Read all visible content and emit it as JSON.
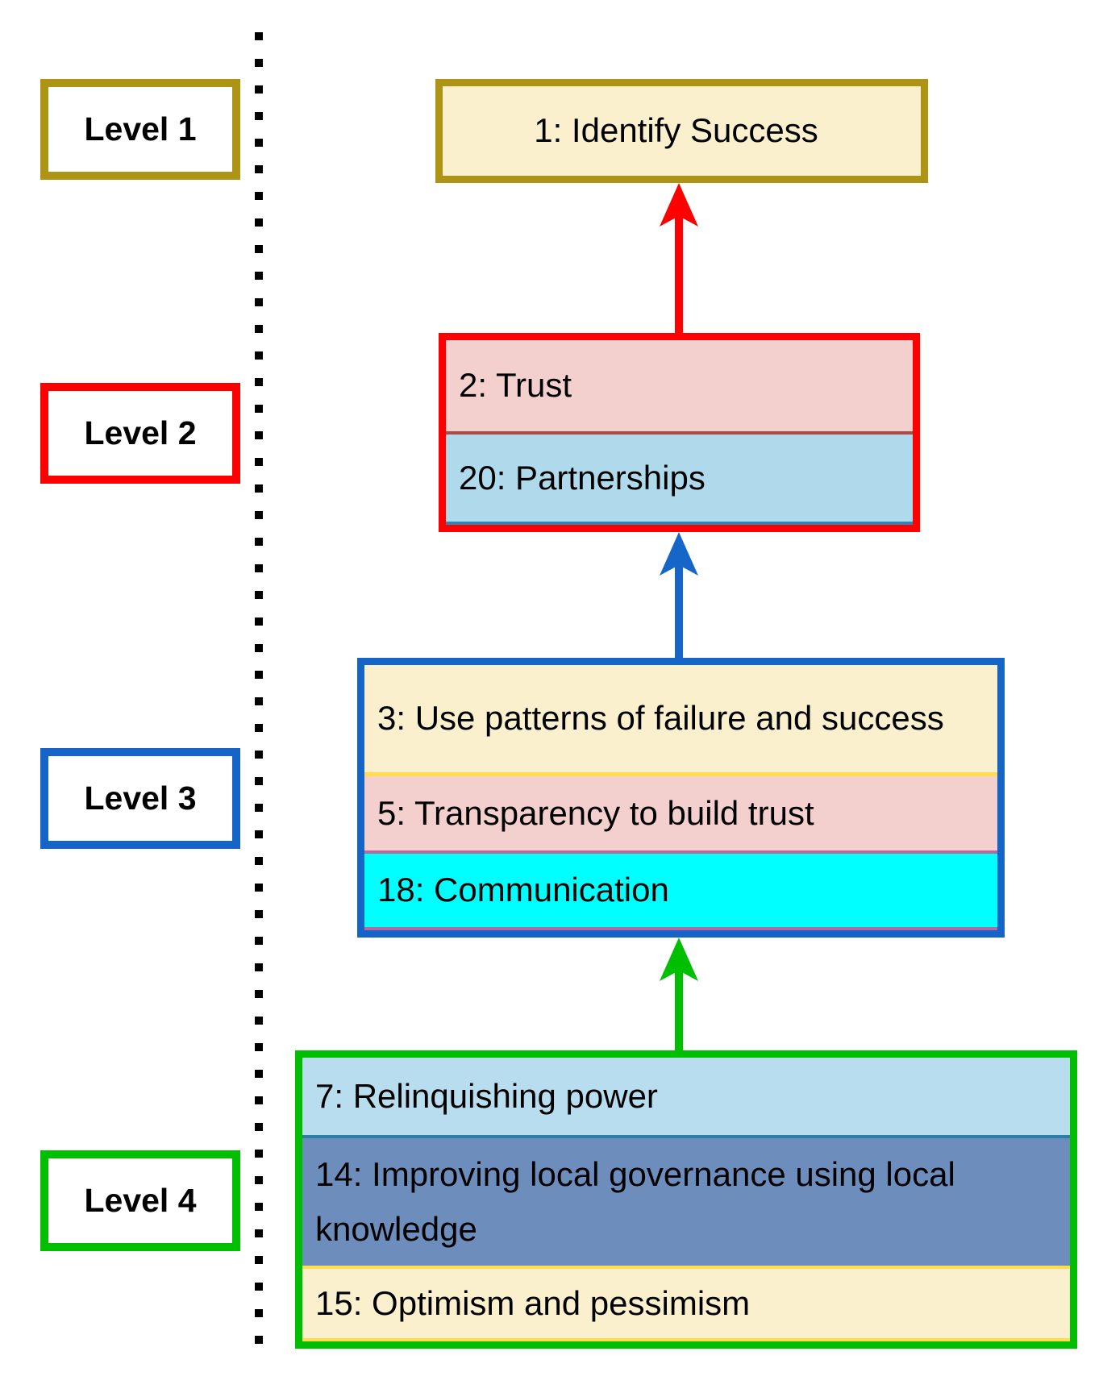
{
  "diagram": {
    "description": "Four-level hierarchy diagram with upward arrows between levels",
    "separator": {
      "style": "dotted-vertical-line",
      "color": "#000000"
    },
    "levels": [
      {
        "label": "Level 1",
        "accent_color": "#AE9414",
        "items": [
          {
            "text": "1: Identify Success",
            "fill": "#FBF0CD"
          }
        ]
      },
      {
        "label": "Level 2",
        "accent_color": "#FF0000",
        "items": [
          {
            "text": "2: Trust",
            "fill": "#F3CFCE"
          },
          {
            "text": "20: Partnerships",
            "fill": "#AEDAEC"
          }
        ]
      },
      {
        "label": "Level 3",
        "accent_color": "#1565C8",
        "items": [
          {
            "text": "3: Use patterns of failure and success",
            "fill": "#FBF0CD"
          },
          {
            "text": "5: Transparency to build trust",
            "fill": "#F3CFCE"
          },
          {
            "text": "18: Communication",
            "fill": "#00FFFF"
          }
        ]
      },
      {
        "label": "Level 4",
        "accent_color": "#00BE00",
        "items": [
          {
            "text": "7: Relinquishing power",
            "fill": "#B8DDEF"
          },
          {
            "text": "14: Improving local governance using local knowledge",
            "fill": "#6D8DBC"
          },
          {
            "text": "15: Optimism and pessimism",
            "fill": "#FBF0CD"
          }
        ]
      }
    ],
    "arrows": [
      {
        "from_level": "Level 2",
        "to_level": "Level 1",
        "color": "#FF0000",
        "direction": "up"
      },
      {
        "from_level": "Level 3",
        "to_level": "Level 2",
        "color": "#1566C8",
        "direction": "up"
      },
      {
        "from_level": "Level 4",
        "to_level": "Level 3",
        "color": "#00BE00",
        "direction": "up"
      }
    ]
  }
}
